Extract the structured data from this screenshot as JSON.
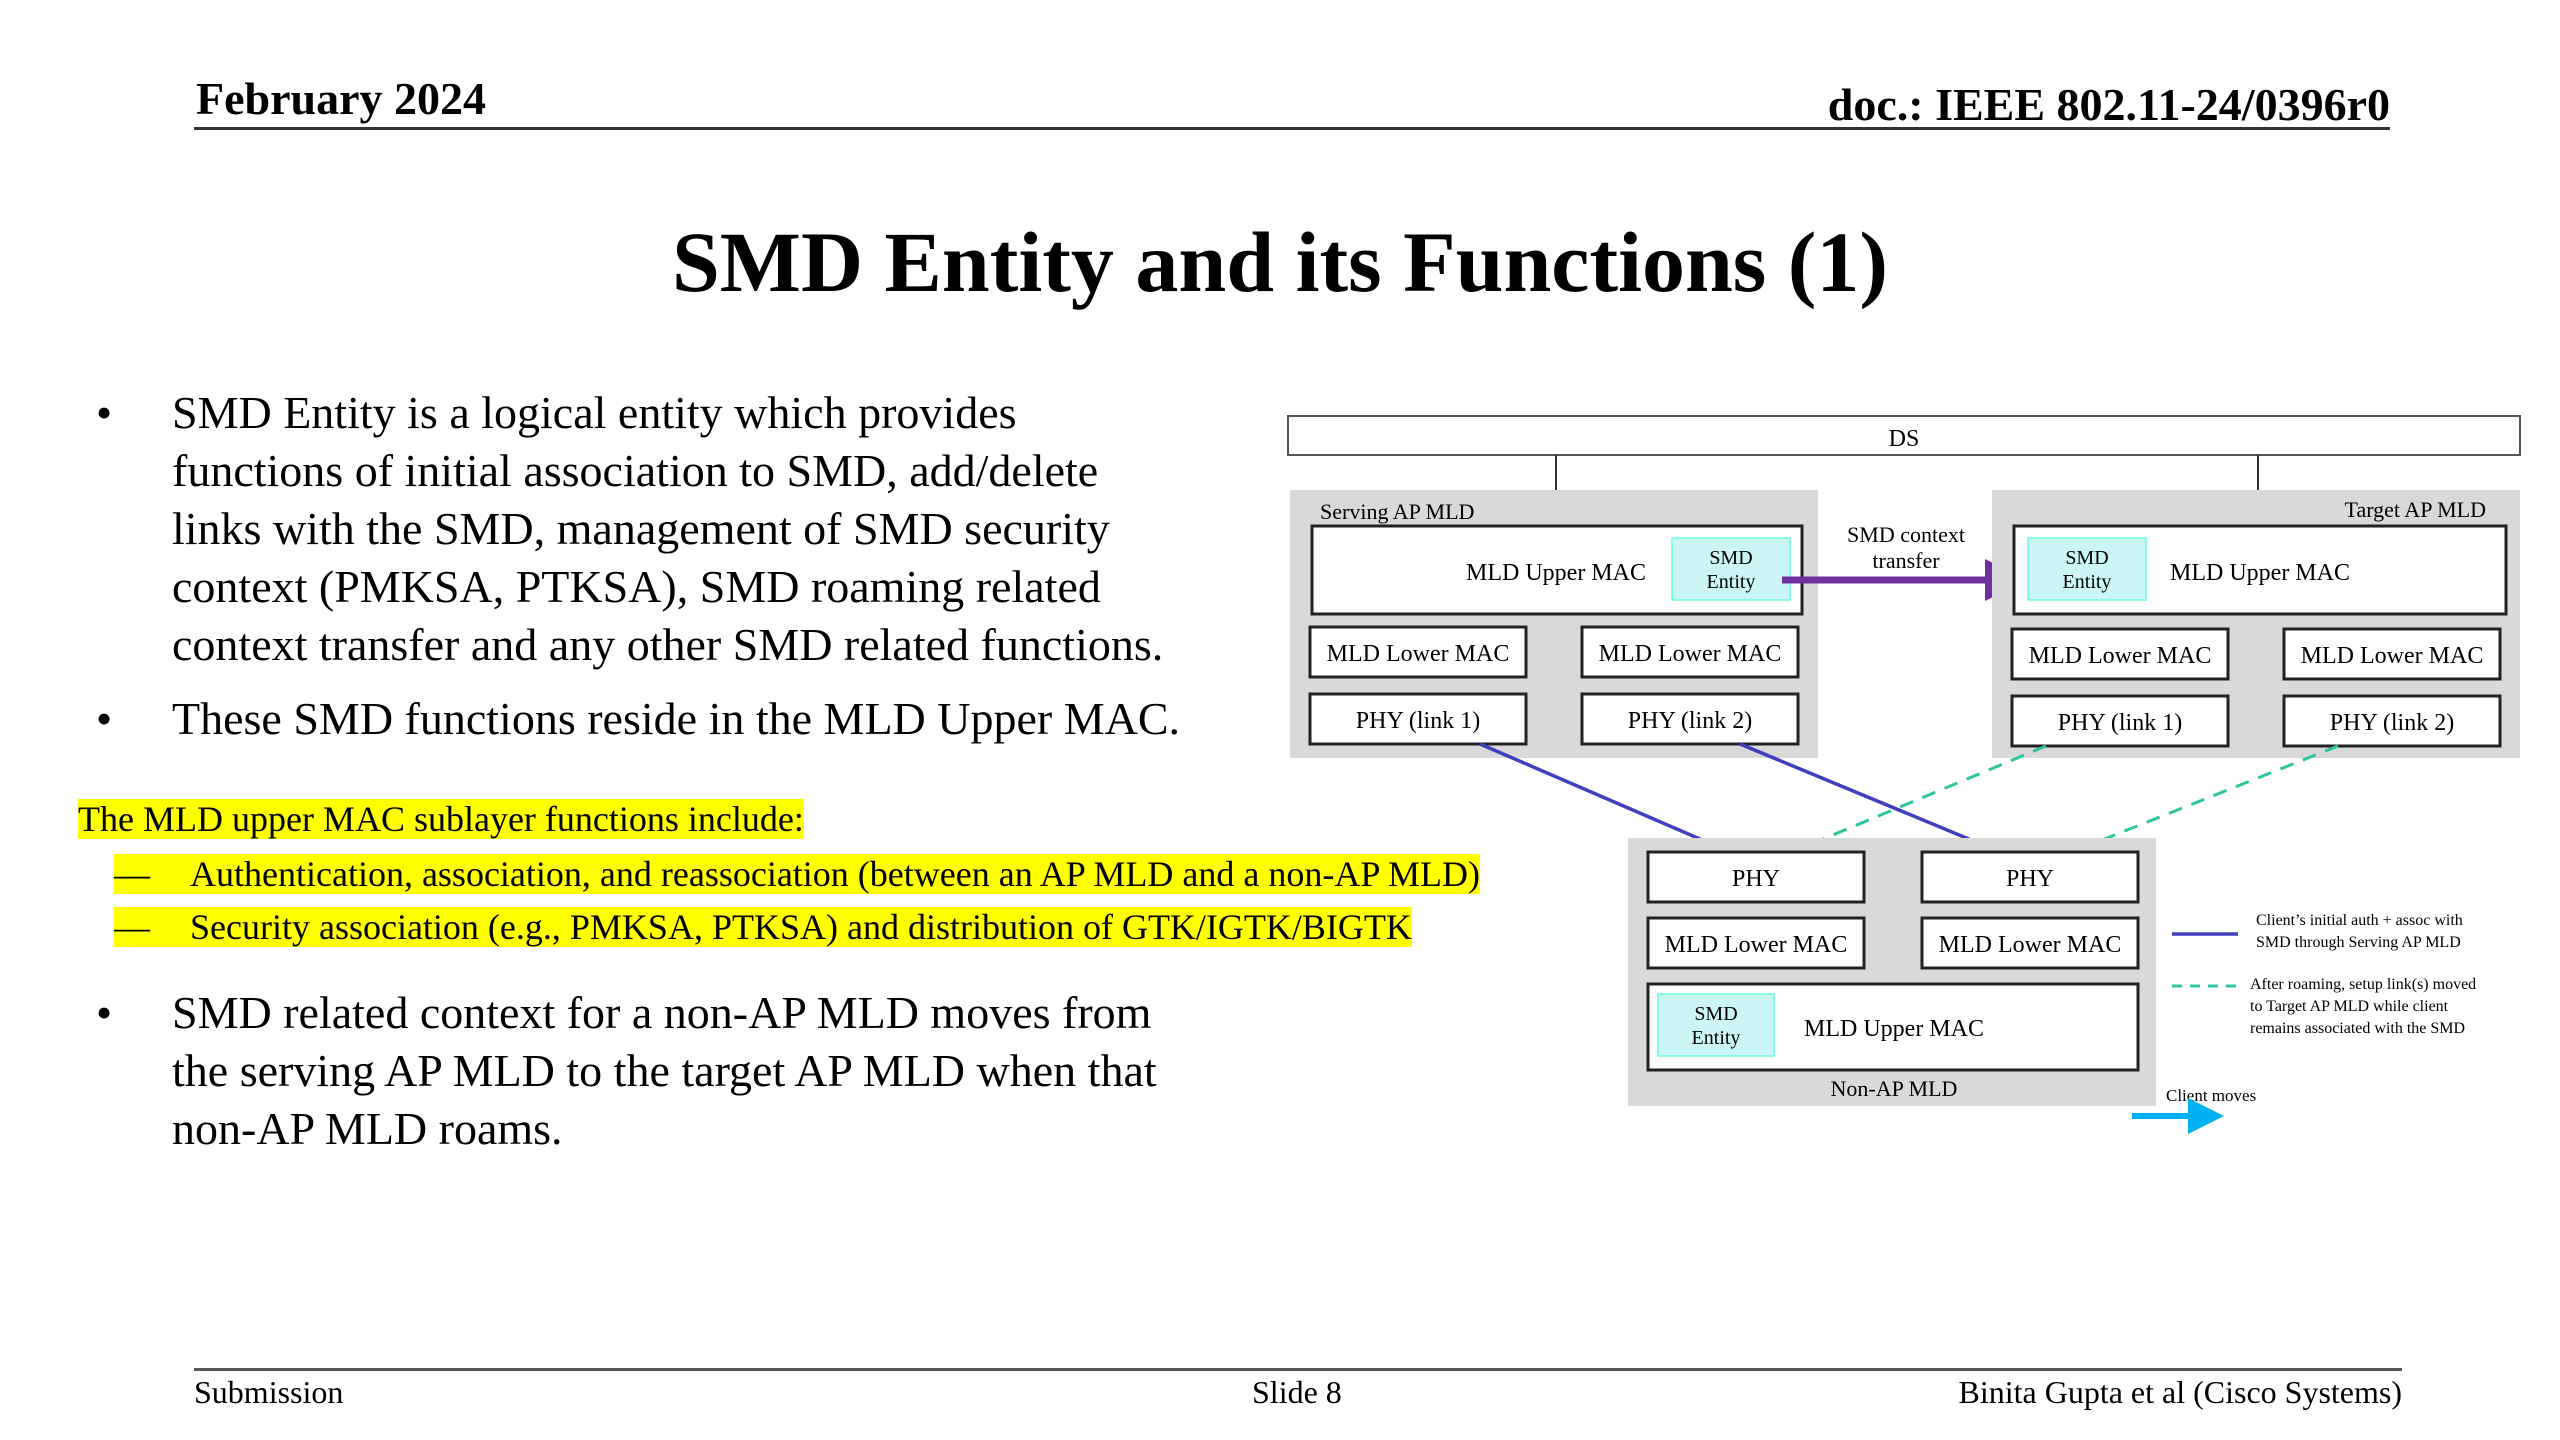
{
  "header": {
    "date": "February 2024",
    "doc": "doc.: IEEE 802.11-24/0396r0"
  },
  "title": "SMD Entity and its Functions (1)",
  "bullets_top": [
    {
      "symbol": "•",
      "lines": [
        "SMD Entity is a logical entity which provides",
        "functions of initial association to SMD, add/delete",
        "links with the SMD, management of SMD security",
        "context (PMKSA, PTKSA), SMD roaming related",
        "context transfer and any other SMD related functions."
      ]
    },
    {
      "symbol": "•",
      "lines": [
        "These SMD functions reside in the MLD Upper MAC."
      ]
    }
  ],
  "highlight": {
    "heading": "The MLD upper MAC sublayer functions include:",
    "dash": "—",
    "items": [
      "Authentication, association, and reassociation (between an AP MLD and a non-AP MLD)",
      "Security association (e.g., PMKSA, PTKSA) and distribution of GTK/IGTK/BIGTK"
    ]
  },
  "bullets_bottom": [
    {
      "symbol": "•",
      "lines": [
        "SMD related context for a non-AP MLD moves from",
        "the serving AP MLD to the target AP MLD when that",
        "non-AP MLD roams."
      ]
    }
  ],
  "diagram": {
    "ds": "DS",
    "serving_label": "Serving AP MLD",
    "target_label": "Target AP MLD",
    "non_ap_label": "Non-AP MLD",
    "upper_mac": "MLD Upper MAC",
    "smd_entity_line1": "SMD",
    "smd_entity_line2": "Entity",
    "lower_mac": "MLD Lower MAC",
    "phy_link1": "PHY (link 1)",
    "phy_link2": "PHY (link 2)",
    "phy": "PHY",
    "context_transfer_line1": "SMD context",
    "context_transfer_line2": "transfer",
    "legend_solid_line1": "Client’s initial auth + assoc with",
    "legend_solid_line2": "SMD through Serving AP MLD",
    "legend_dashed_line1": "After roaming, setup link(s) moved",
    "legend_dashed_line2": "to Target AP MLD while client",
    "legend_dashed_line3": "remains associated with the SMD",
    "client_moves": "Client moves",
    "colors": {
      "mld_group_bg": "#d9d9d9",
      "smd_entity_fill": "#ccf5f5",
      "transfer_arrow": "#7030a0",
      "solid_link": "#3f3fbf",
      "dashed_link": "#2ec4a0",
      "client_moves_arrow": "#00b0f0"
    }
  },
  "footer": {
    "submission": "Submission",
    "slide": "Slide 8",
    "author": "Binita Gupta et al (Cisco Systems)"
  }
}
